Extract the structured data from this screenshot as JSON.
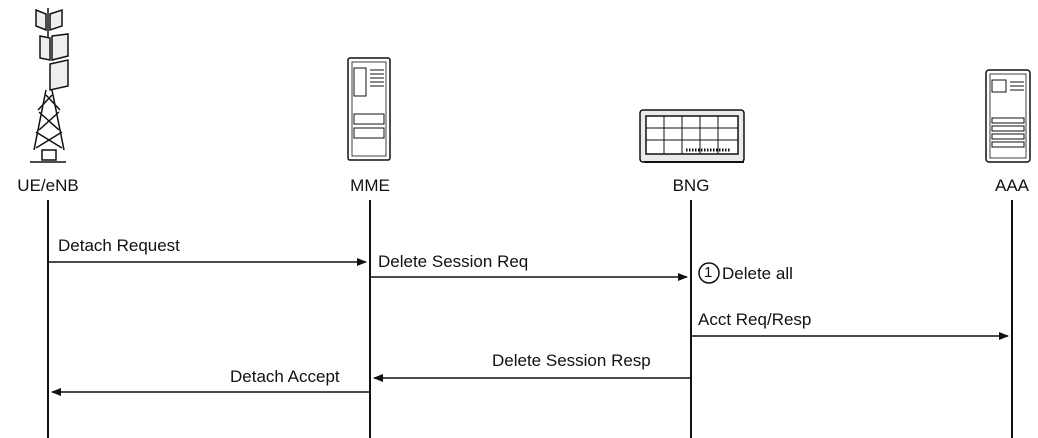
{
  "nodes": [
    {
      "id": "ue",
      "label": "UE/eNB",
      "icon": "cell-tower-icon"
    },
    {
      "id": "mme",
      "label": "MME",
      "icon": "server-icon"
    },
    {
      "id": "bng",
      "label": "BNG",
      "icon": "router-chassis-icon"
    },
    {
      "id": "aaa",
      "label": "AAA",
      "icon": "server-icon"
    }
  ],
  "messages": [
    {
      "from": "ue",
      "to": "mme",
      "label": "Detach Request"
    },
    {
      "from": "mme",
      "to": "bng",
      "label": "Delete Session Req"
    },
    {
      "from": "bng",
      "to": "aaa",
      "label": "Acct Req/Resp"
    },
    {
      "from": "bng",
      "to": "mme",
      "label": "Delete Session Resp"
    },
    {
      "from": "mme",
      "to": "ue",
      "label": "Detach Accept"
    }
  ],
  "annotation": {
    "number": "1",
    "text": "Delete all"
  }
}
